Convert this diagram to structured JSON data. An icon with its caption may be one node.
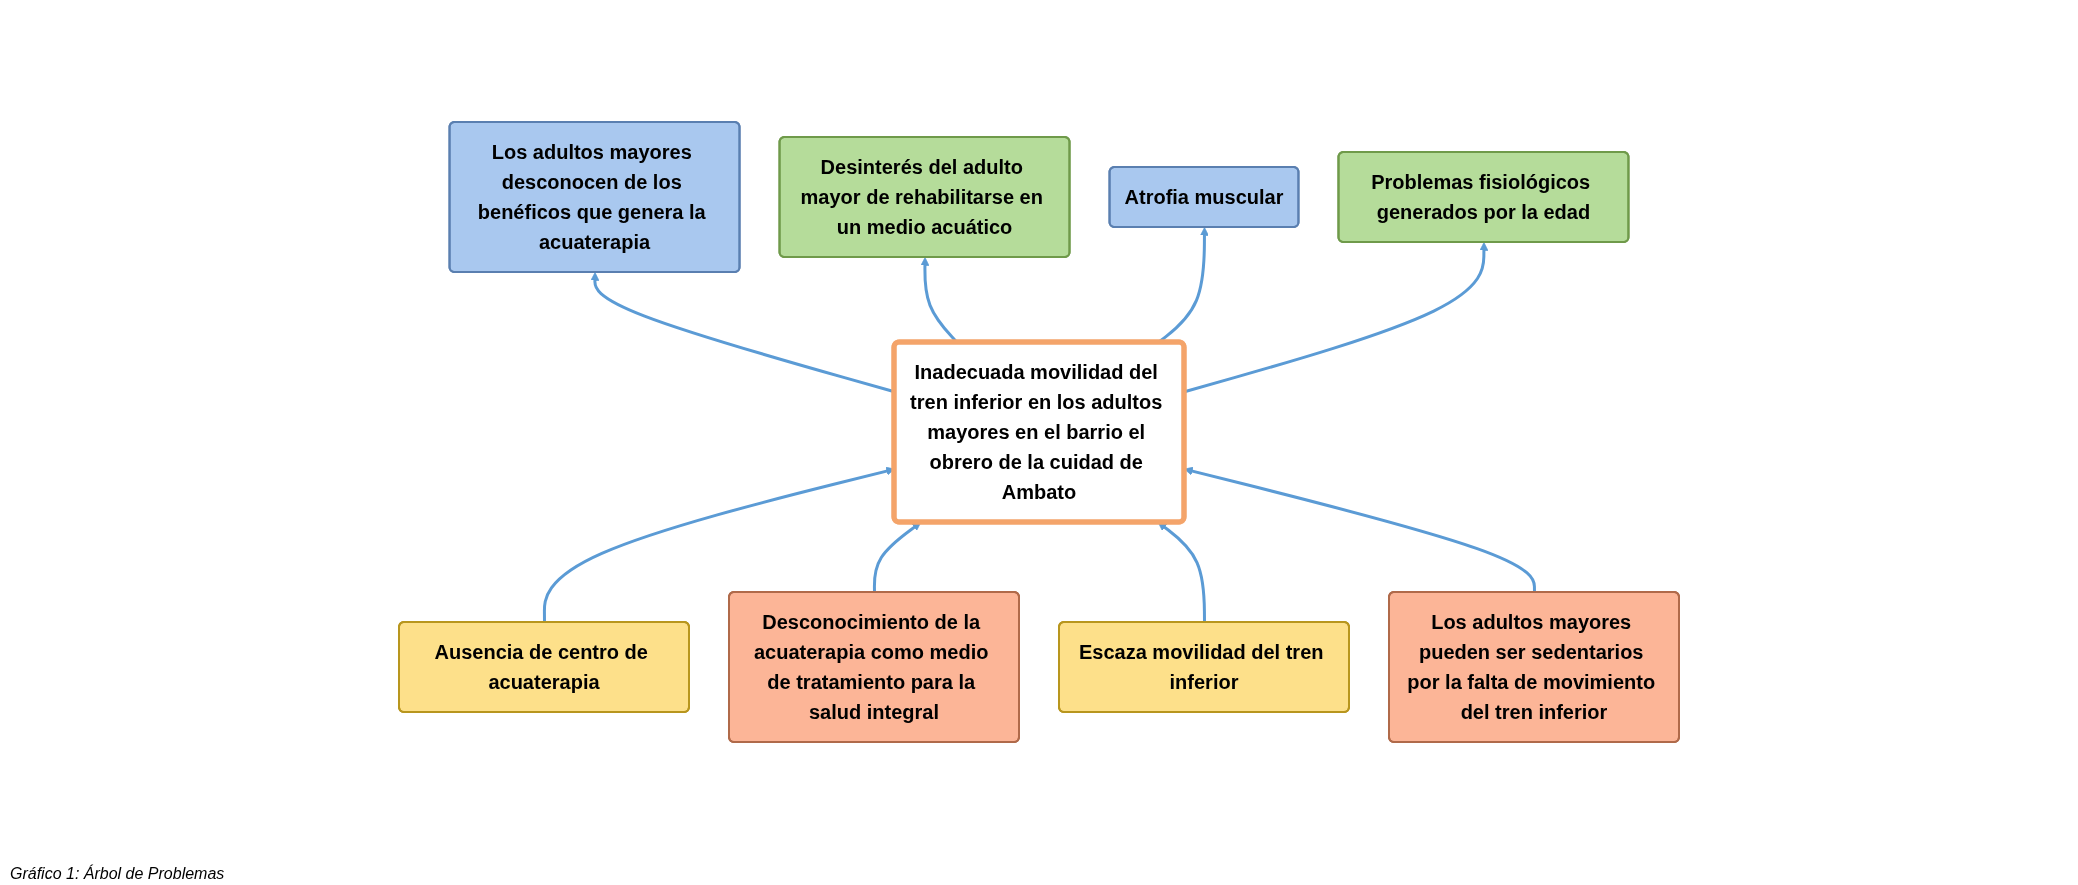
{
  "diagram": {
    "caption": "Gráfico 1: Árbol de Problemas",
    "nodes": [
      {
        "text": [
          "Los adultos mayores desconocen de los benéficos que genera la acuaterapia"
        ]
      },
      {
        "text": [
          "Desinterés del adulto mayor de rehabilitarse en un medio acuático"
        ]
      },
      {
        "text": [
          "Atrofia muscular"
        ]
      },
      {
        "text": [
          "Problemas fisiológicos generados por la edad"
        ]
      },
      {
        "text": [
          "Inadecuada movilidad del tren inferior en los adultos mayores en el barrio el obrero de la cuidad de Ambato"
        ]
      },
      {
        "text": [
          "Ausencia de centro de acuaterapia"
        ]
      },
      {
        "text": [
          "Desconocimiento de la acuaterapia como medio de tratamiento para la salud integral"
        ]
      },
      {
        "text": [
          "Escaza movilidad del tren inferior"
        ]
      },
      {
        "text": [
          "Los adultos mayores pueden ser sedentarios por la falta de movimiento del tren inferior"
        ]
      }
    ],
    "edges": [
      {
        "from": 4,
        "to": 0,
        "arrow": "to"
      },
      {
        "from": 4,
        "to": 1,
        "arrow": "to"
      },
      {
        "from": 4,
        "to": 2,
        "arrow": "to"
      },
      {
        "from": 4,
        "to": 3,
        "arrow": "to"
      },
      {
        "from": 5,
        "to": 4,
        "arrow": "to"
      },
      {
        "from": 6,
        "to": 4,
        "arrow": "to"
      },
      {
        "from": 7,
        "to": 4,
        "arrow": "to"
      },
      {
        "from": 8,
        "to": 4,
        "arrow": "to"
      }
    ]
  }
}
